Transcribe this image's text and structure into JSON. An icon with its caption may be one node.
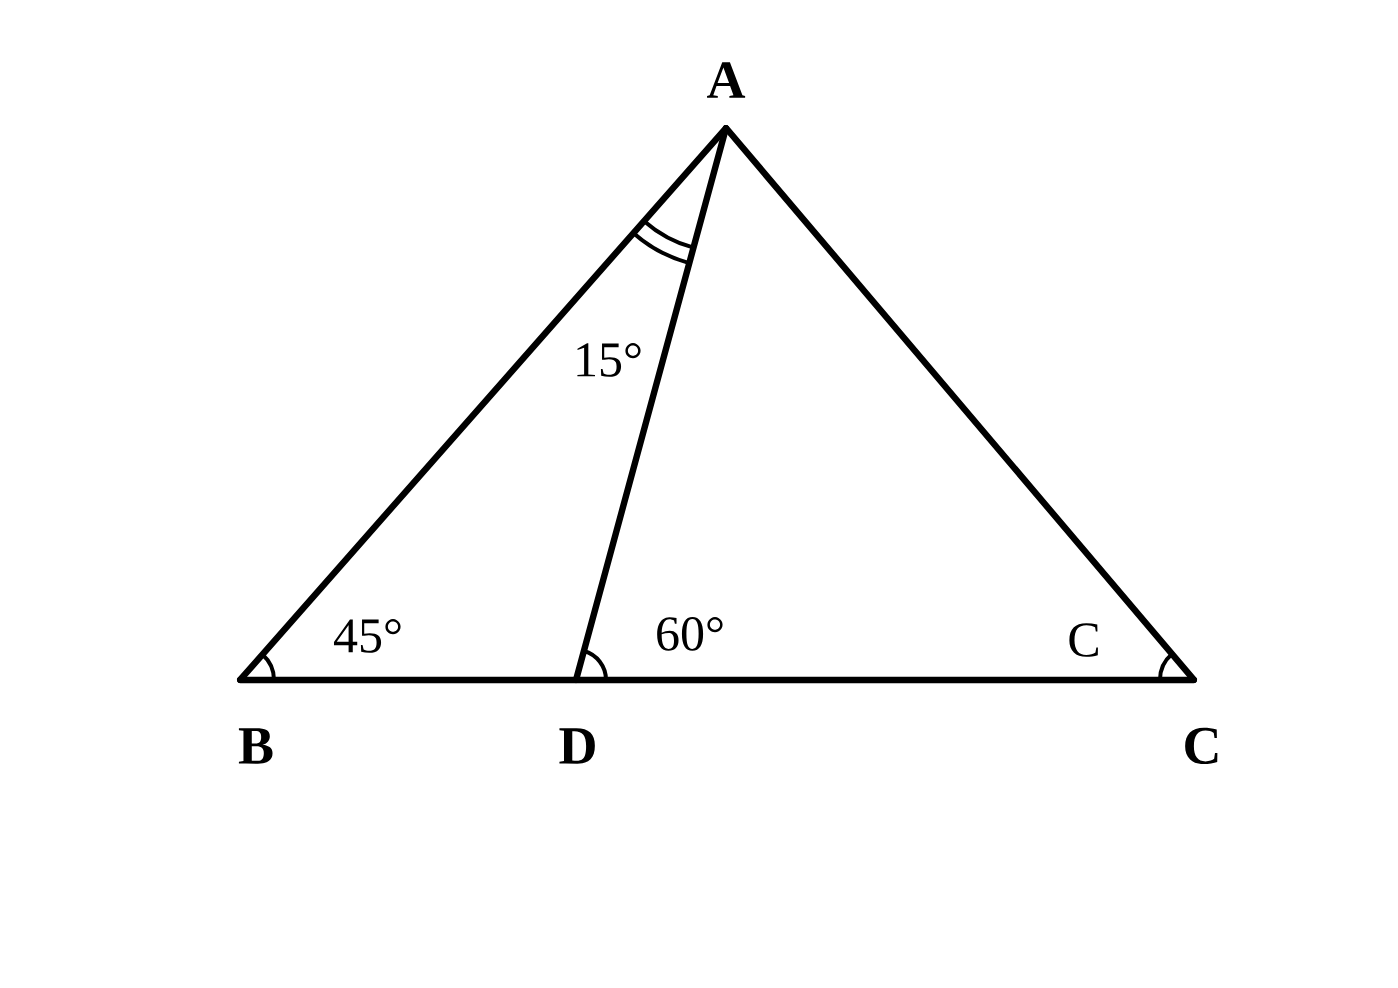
{
  "diagram": {
    "nodes": [
      {
        "text": [],
        "shape": "point",
        "beside": [
          "A"
        ]
      },
      {
        "text": [],
        "shape": "point",
        "beside": [
          "B"
        ]
      },
      {
        "text": [],
        "shape": "point",
        "beside": [
          "D"
        ]
      },
      {
        "text": [],
        "shape": "point",
        "beside": [
          "C"
        ]
      }
    ],
    "edges": [
      {
        "from": 0,
        "to": 1,
        "arrow": "none"
      },
      {
        "from": 0,
        "to": 3,
        "arrow": "none"
      },
      {
        "from": 1,
        "to": 2,
        "arrow": "none"
      },
      {
        "from": 2,
        "to": 3,
        "arrow": "none"
      },
      {
        "from": 0,
        "to": 2,
        "arrow": "none"
      }
    ],
    "labels": [
      "15°",
      "45°",
      "60°",
      "C"
    ]
  }
}
